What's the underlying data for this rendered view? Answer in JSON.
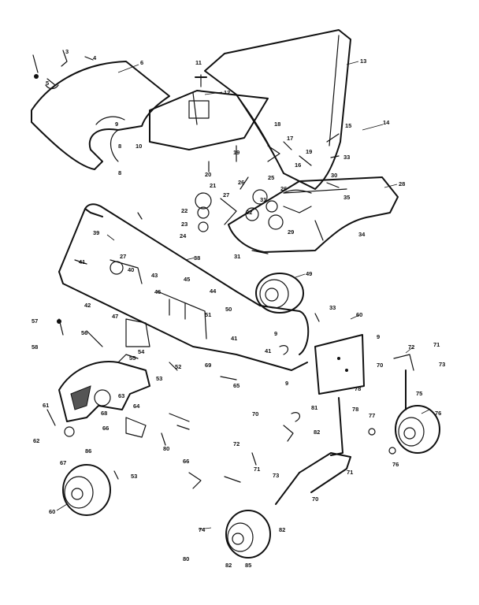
{
  "diagram": {
    "callouts": [
      {
        "id": "c6",
        "text": "6"
      },
      {
        "id": "c3a",
        "text": "3"
      },
      {
        "id": "c4",
        "text": "4"
      },
      {
        "id": "c5",
        "text": "5"
      },
      {
        "id": "c11",
        "text": "11"
      },
      {
        "id": "c12",
        "text": "12"
      },
      {
        "id": "c13",
        "text": "13"
      },
      {
        "id": "c14",
        "text": "14"
      },
      {
        "id": "c15",
        "text": "15"
      },
      {
        "id": "c33a",
        "text": "33"
      },
      {
        "id": "c9a",
        "text": "9"
      },
      {
        "id": "c8a",
        "text": "8"
      },
      {
        "id": "c8b",
        "text": "8"
      },
      {
        "id": "c10",
        "text": "10"
      },
      {
        "id": "c18",
        "text": "18"
      },
      {
        "id": "c17",
        "text": "17"
      },
      {
        "id": "c16",
        "text": "16"
      },
      {
        "id": "c19a",
        "text": "19"
      },
      {
        "id": "c19b",
        "text": "19"
      },
      {
        "id": "c20",
        "text": "20"
      },
      {
        "id": "c28a",
        "text": "28"
      },
      {
        "id": "c30",
        "text": "30"
      },
      {
        "id": "c25",
        "text": "25"
      },
      {
        "id": "c26a",
        "text": "26"
      },
      {
        "id": "c26b",
        "text": "26"
      },
      {
        "id": "c27a",
        "text": "27"
      },
      {
        "id": "c21",
        "text": "21"
      },
      {
        "id": "c22",
        "text": "22"
      },
      {
        "id": "c23",
        "text": "23"
      },
      {
        "id": "c24",
        "text": "24"
      },
      {
        "id": "c31a",
        "text": "31"
      },
      {
        "id": "c32",
        "text": "32"
      },
      {
        "id": "c29",
        "text": "29"
      },
      {
        "id": "c35",
        "text": "35"
      },
      {
        "id": "c34",
        "text": "34"
      },
      {
        "id": "c31b",
        "text": "31"
      },
      {
        "id": "c38",
        "text": "38"
      },
      {
        "id": "c39",
        "text": "39"
      },
      {
        "id": "c27b",
        "text": "27"
      },
      {
        "id": "c40",
        "text": "40"
      },
      {
        "id": "c41a",
        "text": "41"
      },
      {
        "id": "c42",
        "text": "42"
      },
      {
        "id": "c43",
        "text": "43"
      },
      {
        "id": "c45",
        "text": "45"
      },
      {
        "id": "c46",
        "text": "46"
      },
      {
        "id": "c44",
        "text": "44"
      },
      {
        "id": "c49",
        "text": "49"
      },
      {
        "id": "c50",
        "text": "50"
      },
      {
        "id": "c51",
        "text": "51"
      },
      {
        "id": "c33b",
        "text": "33"
      },
      {
        "id": "c60",
        "text": "60"
      },
      {
        "id": "c41b",
        "text": "41"
      },
      {
        "id": "c41c",
        "text": "41"
      },
      {
        "id": "c9b",
        "text": "9"
      },
      {
        "id": "c47",
        "text": "47"
      },
      {
        "id": "c57",
        "text": "57"
      },
      {
        "id": "c58",
        "text": "58"
      },
      {
        "id": "c56",
        "text": "56"
      },
      {
        "id": "c55",
        "text": "55"
      },
      {
        "id": "c54",
        "text": "54"
      },
      {
        "id": "c52",
        "text": "52"
      },
      {
        "id": "c53a",
        "text": "53"
      },
      {
        "id": "c65",
        "text": "65"
      },
      {
        "id": "c9c",
        "text": "9"
      },
      {
        "id": "c72a",
        "text": "72"
      },
      {
        "id": "c71a",
        "text": "71"
      },
      {
        "id": "c73",
        "text": "73"
      },
      {
        "id": "c70a",
        "text": "70"
      },
      {
        "id": "c75",
        "text": "75"
      },
      {
        "id": "c76a",
        "text": "76"
      },
      {
        "id": "c76b",
        "text": "76"
      },
      {
        "id": "c77",
        "text": "77"
      },
      {
        "id": "c78a",
        "text": "78"
      },
      {
        "id": "c9d",
        "text": "9"
      },
      {
        "id": "c81",
        "text": "81"
      },
      {
        "id": "c78b",
        "text": "78"
      },
      {
        "id": "c70b",
        "text": "70"
      },
      {
        "id": "c82a",
        "text": "82"
      },
      {
        "id": "c72b",
        "text": "72"
      },
      {
        "id": "c71b",
        "text": "71"
      },
      {
        "id": "c73b",
        "text": "73"
      },
      {
        "id": "c71c",
        "text": "71"
      },
      {
        "id": "c70c",
        "text": "70"
      },
      {
        "id": "c82b",
        "text": "82"
      },
      {
        "id": "c74",
        "text": "74"
      },
      {
        "id": "c80a",
        "text": "80"
      },
      {
        "id": "c82c",
        "text": "82"
      },
      {
        "id": "c85",
        "text": "85"
      },
      {
        "id": "c61",
        "text": "61"
      },
      {
        "id": "c62",
        "text": "62"
      },
      {
        "id": "c63",
        "text": "63"
      },
      {
        "id": "c68",
        "text": "68"
      },
      {
        "id": "c64",
        "text": "64"
      },
      {
        "id": "c66",
        "text": "66"
      },
      {
        "id": "c67",
        "text": "67"
      },
      {
        "id": "c86",
        "text": "86"
      },
      {
        "id": "c53b",
        "text": "53"
      },
      {
        "id": "c80b",
        "text": "80"
      },
      {
        "id": "c60b",
        "text": "60"
      },
      {
        "id": "c66b",
        "text": "66"
      },
      {
        "id": "c69",
        "text": "69"
      }
    ]
  }
}
